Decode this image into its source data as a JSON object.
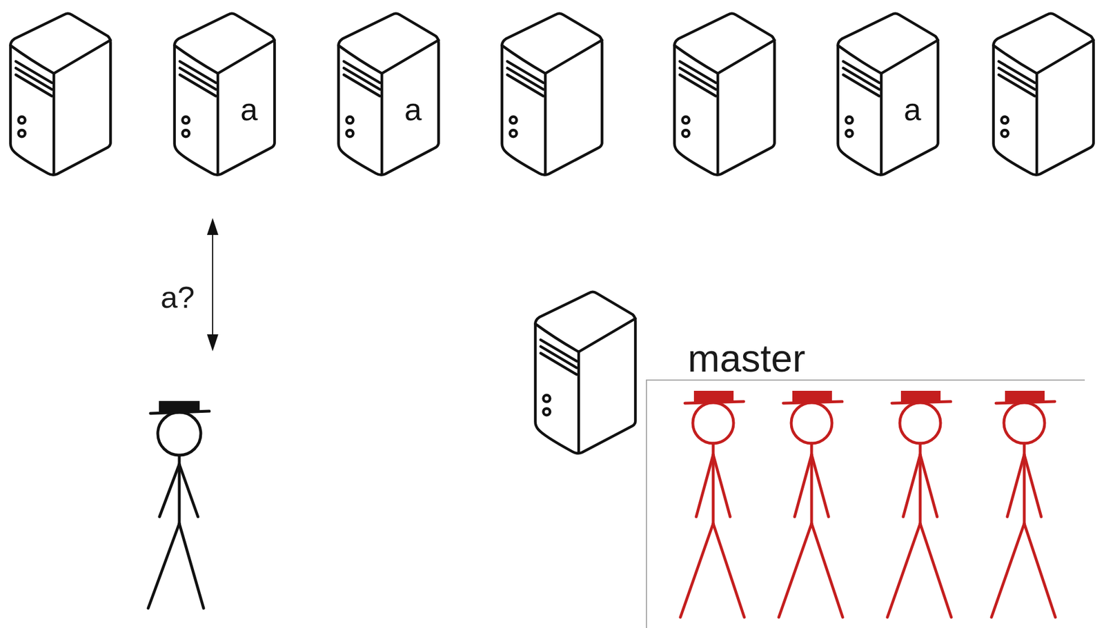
{
  "diagram": {
    "nodes": [
      {
        "text": [
          "a"
        ]
      },
      {
        "text": [
          "a"
        ]
      },
      {
        "text": [
          "a"
        ]
      },
      {
        "text": [
          "master"
        ]
      }
    ],
    "labels": [
      "a?"
    ]
  }
}
